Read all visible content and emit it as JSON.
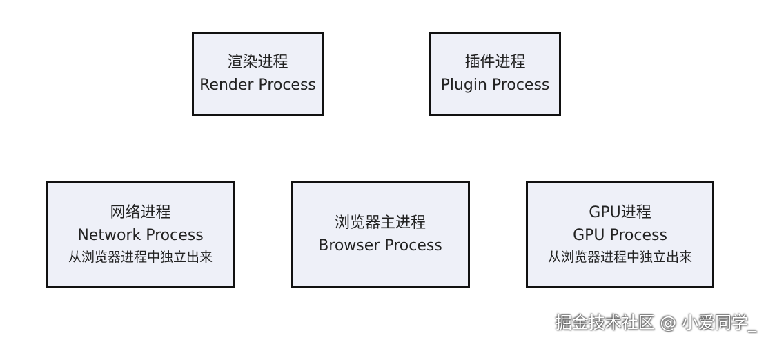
{
  "nodes": {
    "render": {
      "title": "渲染进程",
      "subtitle": "Render Process"
    },
    "plugin": {
      "title": "插件进程",
      "subtitle": "Plugin Process"
    },
    "network": {
      "title": "网络进程",
      "subtitle": "Network Process",
      "note": "从浏览器进程中独立出来"
    },
    "browser": {
      "title": "浏览器主进程",
      "subtitle": "Browser Process"
    },
    "gpu": {
      "title": "GPU进程",
      "subtitle": "GPU Process",
      "note": "从浏览器进程中独立出来"
    }
  },
  "watermark": "掘金技术社区 @ 小爱同学_",
  "colors": {
    "box_fill": "#eef0f8",
    "box_border": "#111111"
  }
}
